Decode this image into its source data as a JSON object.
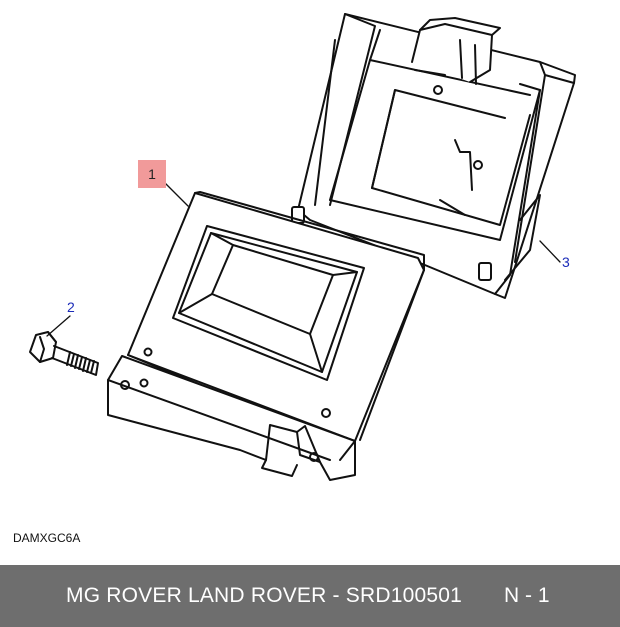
{
  "diagram": {
    "callouts": [
      "1",
      "2",
      "3"
    ],
    "reference_code": "DAMXGC6A"
  },
  "footer": {
    "title": "MG ROVER LAND ROVER - SRD100501",
    "page": "N - 1",
    "background": "#6e6e6e"
  },
  "colors": {
    "highlight": "#f19a9a",
    "callout_text": "#1a2bb8",
    "line": "#111111"
  }
}
